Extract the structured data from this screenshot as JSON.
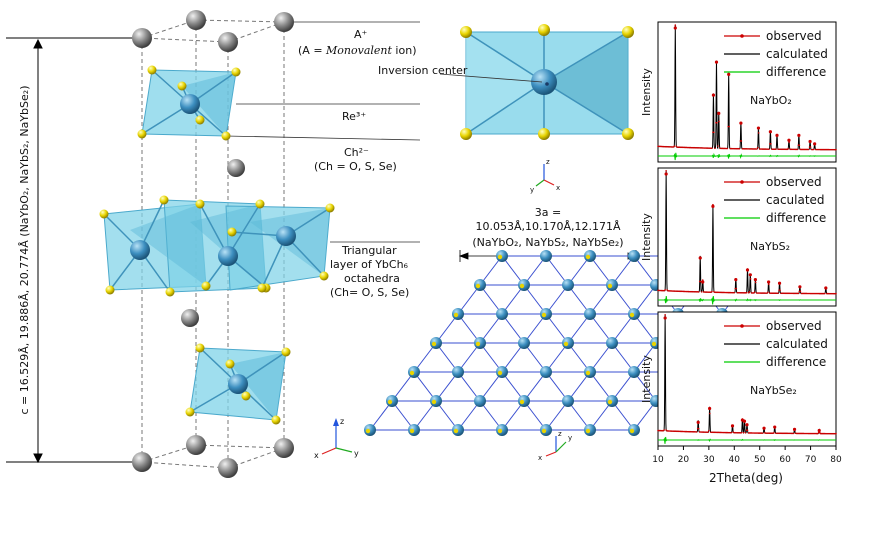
{
  "structure_labels": {
    "a_ion_symbol": "A⁺",
    "a_ion_def_prefix": "(A = ",
    "a_ion_def_italic": "Monovalent",
    "a_ion_def_suffix": " ion)",
    "re_ion": "Re³⁺",
    "ch_ion": "Ch²⁻",
    "ch_def": "(Ch = O, S, Se)",
    "layer_line1": "Triangular",
    "layer_line2": "layer of YbCh₆",
    "layer_line3": "octahedra",
    "layer_line4": "(Ch= O, S, Se)",
    "c_axis": "c = 16.529Å, 19.886Å, 20.774Å (NaYbO₂, NaYbS₂, NaYbSe₂)"
  },
  "inversion_label": "Inversion center",
  "lattice_labels": {
    "line1": "3a =",
    "line2": "10.053Å,10.170Å,12.171Å",
    "line3": "(NaYbO₂, NaYbS₂, NaYbSe₂)"
  },
  "axes": {
    "x": "x",
    "y": "y",
    "z": "z"
  },
  "colors": {
    "na_atom": "#8a8a8a",
    "yb_atom": "#3d8fc0",
    "ch_atom": "#e8d400",
    "octahedron": "#7fd3e8",
    "observed": "#cc0000",
    "calculated": "#000000",
    "difference": "#00cc00"
  },
  "chart_data": [
    {
      "type": "line",
      "annotation": "NaYbO₂",
      "ylabel": "Intensity",
      "legend": [
        "observed",
        "calculated",
        "difference"
      ],
      "legend_position": "top-right",
      "xlim": [
        10,
        80
      ],
      "peaks": [
        [
          16.8,
          1.0
        ],
        [
          31.8,
          0.45
        ],
        [
          33.0,
          0.72
        ],
        [
          33.9,
          0.3
        ],
        [
          37.8,
          0.62
        ],
        [
          42.6,
          0.22
        ],
        [
          49.5,
          0.18
        ],
        [
          54.2,
          0.15
        ],
        [
          56.8,
          0.12
        ],
        [
          61.5,
          0.08
        ],
        [
          65.4,
          0.12
        ],
        [
          69.8,
          0.07
        ],
        [
          71.6,
          0.05
        ]
      ]
    },
    {
      "type": "line",
      "annotation": "NaYbS₂",
      "ylabel": "Intensity",
      "legend": [
        "observed",
        "caculated",
        "difference"
      ],
      "legend_position": "top-right",
      "xlim": [
        10,
        80
      ],
      "peaks": [
        [
          13.2,
          1.0
        ],
        [
          26.6,
          0.3
        ],
        [
          27.6,
          0.1
        ],
        [
          31.6,
          0.73
        ],
        [
          40.6,
          0.12
        ],
        [
          45.2,
          0.2
        ],
        [
          46.3,
          0.16
        ],
        [
          48.3,
          0.12
        ],
        [
          53.5,
          0.1
        ],
        [
          57.8,
          0.09
        ],
        [
          65.8,
          0.06
        ],
        [
          76.0,
          0.05
        ]
      ]
    },
    {
      "type": "line",
      "annotation": "NaYbSe₂",
      "ylabel": "Intensity",
      "legend": [
        "observed",
        "calculated",
        "difference"
      ],
      "legend_position": "top-right",
      "xlim": [
        10,
        80
      ],
      "peaks": [
        [
          12.8,
          1.0
        ],
        [
          25.8,
          0.1
        ],
        [
          30.3,
          0.22
        ],
        [
          39.3,
          0.07
        ],
        [
          43.2,
          0.12
        ],
        [
          44.0,
          0.11
        ],
        [
          45.0,
          0.08
        ],
        [
          51.7,
          0.05
        ],
        [
          55.9,
          0.06
        ],
        [
          63.7,
          0.04
        ],
        [
          73.4,
          0.03
        ]
      ]
    }
  ],
  "xaxis": {
    "label": "2Theta(deg)",
    "ticks": [
      "10",
      "20",
      "30",
      "40",
      "50",
      "60",
      "70",
      "80"
    ]
  }
}
